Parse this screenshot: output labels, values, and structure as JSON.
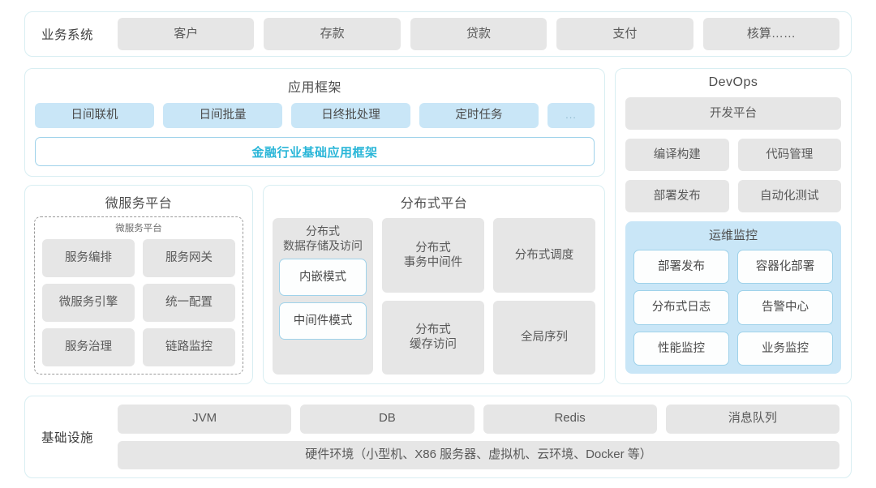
{
  "business_systems": {
    "label": "业务系统",
    "items": [
      "客户",
      "存款",
      "贷款",
      "支付",
      "核算……"
    ]
  },
  "app_framework": {
    "title": "应用框架",
    "items": [
      "日间联机",
      "日间批量",
      "日终批处理",
      "定时任务",
      "..."
    ],
    "base_label": "金融行业基础应用框架",
    "accent_color": "#29b6d8"
  },
  "microservice": {
    "title": "微服务平台",
    "inner_title": "微服务平台",
    "items": [
      "服务编排",
      "服务网关",
      "微服务引擎",
      "统一配置",
      "服务治理",
      "链路监控"
    ]
  },
  "distributed": {
    "title": "分布式平台",
    "storage": {
      "title": "分布式\n数据存储及访问",
      "title_line1": "分布式",
      "title_line2": "数据存储及访问",
      "modes": [
        "内嵌模式",
        "中间件模式"
      ]
    },
    "cells": [
      {
        "line1": "分布式",
        "line2": "事务中间件"
      },
      {
        "line1": "分布式调度",
        "line2": ""
      },
      {
        "line1": "分布式",
        "line2": "缓存访问"
      },
      {
        "line1": "全局序列",
        "line2": ""
      }
    ]
  },
  "devops": {
    "title": "DevOps",
    "platform_label": "开发平台",
    "items": [
      "编译构建",
      "代码管理",
      "部署发布",
      "自动化测试"
    ],
    "ops_monitor": {
      "title": "运维监控",
      "items": [
        "部署发布",
        "容器化部署",
        "分布式日志",
        "告警中心",
        "性能监控",
        "业务监控"
      ]
    }
  },
  "infrastructure": {
    "label": "基础设施",
    "items": [
      "JVM",
      "DB",
      "Redis",
      "消息队列"
    ],
    "hardware": "硬件环境（小型机、X86 服务器、虚拟机、云环境、Docker 等）"
  }
}
